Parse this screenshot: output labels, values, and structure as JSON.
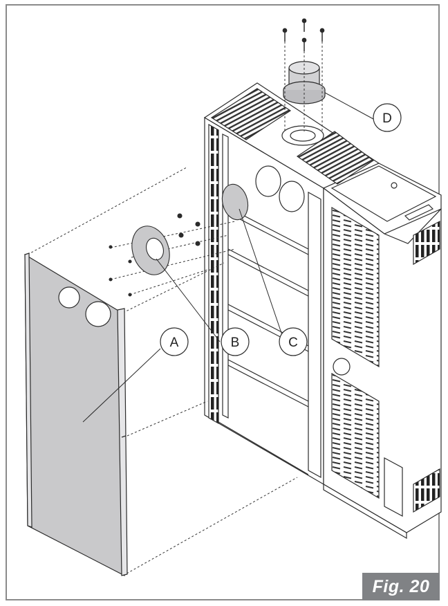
{
  "figure": {
    "label": "Fig. 20"
  },
  "callouts": [
    {
      "id": "A",
      "text": "A"
    },
    {
      "id": "B",
      "text": "B"
    },
    {
      "id": "C",
      "text": "C"
    },
    {
      "id": "D",
      "text": "D"
    }
  ],
  "colors": {
    "panel_fill": "#c9c9cb",
    "line": "#2b2b2b",
    "badge_bg": "#808285"
  }
}
